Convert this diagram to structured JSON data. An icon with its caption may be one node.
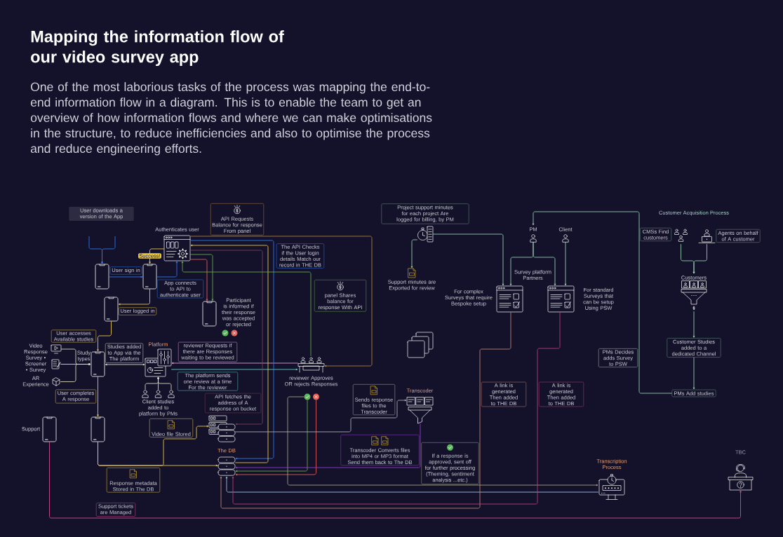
{
  "diagram": {
    "title": "Mapping the information flow of our video survey app",
    "caption": "One of the most laborious tasks of the process was mapping the end-to-end information flow in a diagram. This is to enable the team to get an overview of how information flows and where we can make optimisations in the structure, to reduce inefficiencies and also to optimise the process and reduce engineering efforts.",
    "nodes": [
      {
        "text": [
          "User downloads a version of the App"
        ]
      },
      {
        "text": [],
        "shape": "picture"
      },
      {
        "text": [],
        "shape": "picture"
      },
      {
        "text": [
          "Authenticates user"
        ]
      },
      {
        "text": [],
        "shape": "picture",
        "beside": [
          "Participant is informed if their response was accepted or rejected"
        ]
      },
      {
        "text": [],
        "shape": "picture"
      },
      {
        "text": [
          "Platform"
        ]
      },
      {
        "text": [],
        "shape": "picture"
      },
      {
        "text": [],
        "shape": "picture",
        "beside": [
          "Video Response"
        ]
      },
      {
        "text": [],
        "shape": "picture",
        "beside": [
          "Survey • Screener • Survey"
        ]
      },
      {
        "text": [],
        "shape": "picture",
        "beside": [
          "AR Experience"
        ]
      },
      {
        "text": [],
        "shape": "person"
      },
      {
        "text": [],
        "shape": "person"
      },
      {
        "text": [],
        "shape": "person"
      },
      {
        "text": [],
        "shape": "picture"
      },
      {
        "text": [],
        "shape": "picture",
        "beside": [
          "Support"
        ]
      },
      {
        "text": [],
        "shape": "picture"
      },
      {
        "text": [
          "The DB"
        ]
      },
      {
        "text": [
          "reviewer Approves OR rejects Responses"
        ]
      },
      {
        "text": [],
        "shape": "circle"
      },
      {
        "text": [],
        "shape": "circle"
      },
      {
        "text": [
          "Project support minutes for each project Are logged for billing, by PM"
        ]
      },
      {
        "text": [],
        "shape": "picture"
      },
      {
        "text": [
          "Support minutes are Exported for review"
        ]
      },
      {
        "text": [],
        "shape": "picture"
      },
      {
        "text": [
          "Transcoder"
        ]
      },
      {
        "text": [
          "PM"
        ]
      },
      {
        "text": [
          "Client"
        ]
      },
      {
        "text": [],
        "shape": "picture",
        "beside": [
          "For complex Surveys that require Bespoke setup"
        ]
      },
      {
        "text": [],
        "shape": "picture",
        "beside": [
          "For standard Surveys that can be setup Using PSW"
        ]
      },
      {
        "text": [
          "CMSs Find customers"
        ]
      },
      {
        "text": [],
        "shape": "person"
      },
      {
        "text": [],
        "shape": "person"
      },
      {
        "text": [
          "Agents on behalf of A customer"
        ]
      },
      {
        "text": [
          "Customers"
        ]
      },
      {
        "text": [
          "Customer Studies added to a dedicated Channel"
        ]
      },
      {
        "text": [
          "PMs Add studies"
        ]
      },
      {
        "text": [
          "Transcription Process"
        ]
      },
      {
        "text": [
          "TBC"
        ]
      }
    ],
    "edges": [
      {
        "from": null,
        "to": 1,
        "arrow": "to",
        "color": "#2f7cf6"
      },
      {
        "from": null,
        "to": 1,
        "arrow": "to",
        "color": "#2f7cf6"
      },
      {
        "from": 1,
        "to": 2,
        "arrow": "to",
        "label": "User sign in",
        "color": "#2f7cf6"
      },
      {
        "from": 2,
        "to": 3,
        "arrow": "to",
        "label": "App connects to API to authenticate user",
        "color": "#2f7cf6"
      },
      {
        "from": 3,
        "to": 2,
        "arrow": "to",
        "label": "Success!",
        "color": "#f2d04b"
      },
      {
        "from": 3,
        "to": 4,
        "arrow": "to",
        "color": "#6ab04c"
      },
      {
        "from": 3,
        "to": 4,
        "arrow": "to",
        "color": "#e8625a"
      },
      {
        "from": 2,
        "to": 5,
        "arrow": "to",
        "label": "User logged in",
        "color": "#f2d04b"
      },
      {
        "from": 5,
        "to": 7,
        "arrow": "to",
        "label": "User accesses Available studies",
        "color": "#f2d04b"
      },
      {
        "from": 8,
        "to": 7,
        "arrow": "to",
        "color": "#e6e2c6"
      },
      {
        "from": 9,
        "to": 7,
        "arrow": "to",
        "color": "#e6e2c6"
      },
      {
        "from": 10,
        "to": 7,
        "arrow": "to",
        "color": "#e6e2c6"
      },
      {
        "from": 7,
        "to": 6,
        "arrow": "both",
        "label": "Studies added to App via the The platform",
        "color": "#e6e2c6"
      },
      {
        "from": 18,
        "to": 6,
        "arrow": "to",
        "label": "reviewer Requests if there are Responses waiting to be reviewed",
        "color": "#e2a6e6"
      },
      {
        "from": 6,
        "to": 18,
        "arrow": "to",
        "label": "The platform sends one review at a time For the reviewer",
        "color": "#5ed6cf"
      },
      {
        "from": 11,
        "to": 6,
        "arrow": "to",
        "color": "#e6e2c6"
      },
      {
        "from": 12,
        "to": 6,
        "arrow": "to",
        "color": "#e6e2c6"
      },
      {
        "from": 13,
        "to": 6,
        "arrow": "to",
        "color": "#e6e2c6"
      },
      {
        "from": 7,
        "to": 14,
        "arrow": "to",
        "label": "User completes A response",
        "color": "#f2d04b"
      },
      {
        "from": 14,
        "to": 16,
        "arrow": "to",
        "label": "Video file Stored",
        "color": "#f2d04b"
      },
      {
        "from": 14,
        "to": 17,
        "arrow": "to",
        "label": "Response metadata Stored in The DB",
        "color": "#f2d04b"
      },
      {
        "from": 3,
        "to": 18,
        "arrow": "to",
        "label": "API Requests Balance for response From panel",
        "color": "#b8843e"
      },
      {
        "from": 3,
        "to": 17,
        "arrow": "to",
        "label": "The API Checks if the User login details Match our record in THE DB",
        "color": "#2f7cf6"
      },
      {
        "from": 17,
        "to": 3,
        "arrow": "to",
        "color": "#f2d04b"
      },
      {
        "from": 3,
        "to": 16,
        "arrow": "to",
        "label": "API fetches the address of A response on bucket",
        "color": "#83405f"
      },
      {
        "from": 18,
        "to": 3,
        "arrow": "to",
        "label": "panel Shares balance for response With API",
        "color": "#6ab04c"
      },
      {
        "from": 19,
        "to": 17,
        "arrow": "to",
        "color": "#6ab04c"
      },
      {
        "from": 20,
        "to": 17,
        "arrow": "to",
        "color": "#e8625a"
      },
      {
        "from": 19,
        "to": 37,
        "arrow": "to",
        "label": "If a response is approved, sent off for further processing (Theming, sentiment analysis ...etc.)",
        "color": "#a8a88c"
      },
      {
        "from": 16,
        "to": 25,
        "arrow": "to",
        "label": "Sends response files to the Transcoder",
        "color": "#b4b4b8"
      },
      {
        "from": 25,
        "to": 17,
        "arrow": "to",
        "label": "Transcoder Converts files into MP4 or MP3 format Send them back to The DB",
        "color": "#9a3fd8"
      },
      {
        "from": 37,
        "to": 17,
        "arrow": "to",
        "color": "#a8c8ec"
      },
      {
        "from": 28,
        "to": 17,
        "arrow": "to",
        "label": "A link is generated Then added to THE DB",
        "color": "#c98878"
      },
      {
        "from": 29,
        "to": 17,
        "arrow": "to",
        "label": "A link is generated Then added to THE DB",
        "color": "#c2407e"
      },
      {
        "from": 15,
        "to": 38,
        "arrow": "to",
        "label": "Support tickets are Managed",
        "color": "#d9529c"
      },
      {
        "from": 22,
        "to": 23,
        "arrow": "to"
      },
      {
        "from": 22,
        "to": 28,
        "arrow": "to"
      },
      {
        "from": 26,
        "to": 28,
        "arrow": "to"
      },
      {
        "from": 26,
        "to": 29,
        "arrow": "to"
      },
      {
        "from": 27,
        "to": 29,
        "arrow": "to"
      },
      {
        "from": 36,
        "to": 26,
        "arrow": "to",
        "label": "PMs Decides adds Survey to PSW"
      },
      {
        "from": 31,
        "to": 34,
        "arrow": "to"
      },
      {
        "from": 32,
        "to": 34,
        "arrow": "to"
      },
      {
        "from": 34,
        "to": 35,
        "arrow": "to"
      },
      {
        "from": 35,
        "to": 36,
        "arrow": "to"
      }
    ],
    "labels": [
      "Customer Acquisition Process",
      "Survey platform Partners",
      "Study types",
      "Client studies added to platform by PMs"
    ]
  }
}
